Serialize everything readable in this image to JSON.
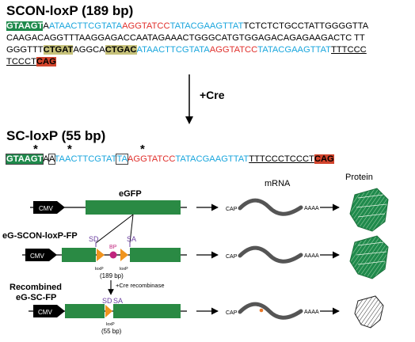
{
  "top": {
    "title": "SCON-loxP (189 bp)",
    "line1": [
      {
        "t": "GTAAGT",
        "c": "g"
      },
      {
        "t": "A",
        "c": ""
      },
      {
        "t": "ATAACTTCGTATA",
        "c": "blue"
      },
      {
        "t": "AGGTATCC",
        "c": "red"
      },
      {
        "t": "TATACGAAGTTAT",
        "c": "blue"
      },
      {
        "t": "TCTCTCTGCCTATTGGGGTTA",
        "c": ""
      }
    ],
    "line2": "CAAGACAGGTTTAAGGAGACCAATAGAAACTGGGCATGTGGAGACAGAGAAGACTC TT",
    "line3": [
      {
        "t": "GGGTTT",
        "c": ""
      },
      {
        "t": "CTGAT",
        "c": "y"
      },
      {
        "t": "AGGCA",
        "c": ""
      },
      {
        "t": "CTGAC",
        "c": "y"
      },
      {
        "t": "ATAACTTCGTATA",
        "c": "blue"
      },
      {
        "t": "AGGTATCC",
        "c": "red"
      },
      {
        "t": "TATACGAAGTTAT",
        "c": "blue"
      },
      {
        "t": "TTTCCC",
        "c": "ul"
      }
    ],
    "line4": [
      {
        "t": "TCCCT",
        "c": "ul"
      },
      {
        "t": "CAG",
        "c": "r"
      }
    ]
  },
  "cre_label": "+Cre",
  "sc": {
    "title": "SC-loxP (55 bp)",
    "stars": [
      "*",
      "*",
      "*"
    ],
    "line": [
      {
        "t": "GTAAGT",
        "c": "g bx"
      },
      {
        "t": "A",
        "c": ""
      },
      {
        "t": "A",
        "c": "bx"
      },
      {
        "t": "TAACTTCGTAT",
        "c": "blue"
      },
      {
        "t": "TA",
        "c": "blue bx"
      },
      {
        "t": "AGGTATCC",
        "c": "red"
      },
      {
        "t": "TATACGAAGTTAT",
        "c": "blue"
      },
      {
        "t": "TTTCCCTCCCT",
        "c": "ul"
      },
      {
        "t": "CAG",
        "c": "r"
      }
    ]
  },
  "col_labels": {
    "mrna": "mRNA",
    "protein": "Protein"
  },
  "constructs": {
    "egfp": {
      "label": "eGFP",
      "promoter": "CMV",
      "cap": "CAP",
      "polya": "AAAA"
    },
    "scon": {
      "label": "eG-SCON-loxP-FP",
      "promoter": "CMV",
      "sd": "SD",
      "bp": "BP",
      "sa": "SA",
      "loxp": "loxP",
      "size": "(189 bp)",
      "cap": "CAP",
      "polya": "AAAA"
    },
    "cre_step": "+Cre recombinase",
    "sc": {
      "label_line1": "Recombined",
      "label_line2": "eG-SC-FP",
      "promoter": "CMV",
      "sd": "SD",
      "sa": "SA",
      "loxp": "loxP",
      "size": "(55 bp)",
      "cap": "CAP",
      "polya": "AAAA"
    }
  },
  "colors": {
    "exon": "#2a8a44",
    "loxp": "#f0941e",
    "bp": "#c0257e",
    "splice": "#6b3fa0",
    "mrna": "#555555",
    "mrna_mark": "#e8782a",
    "protein": "#1f8a4c"
  }
}
